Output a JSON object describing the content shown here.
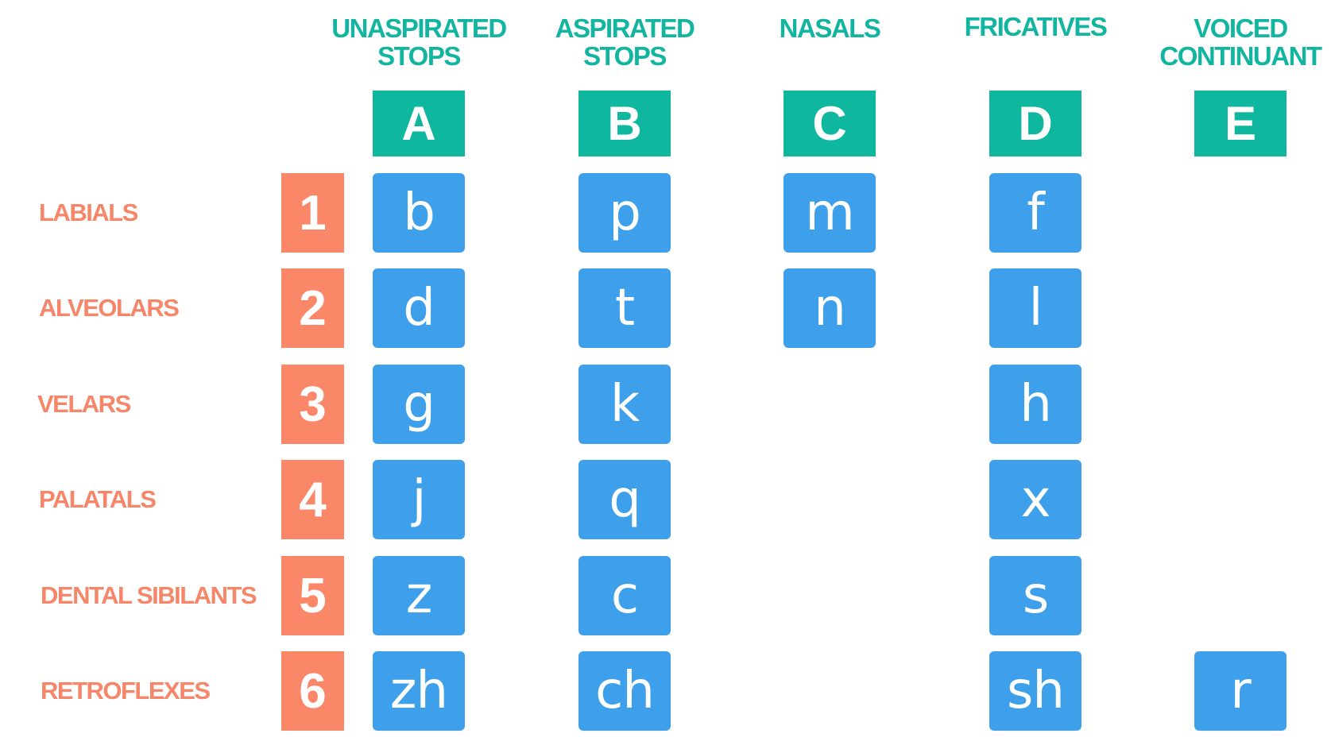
{
  "columns": [
    {
      "title": "UNASPIRATED\nSTOPS",
      "letter": "A"
    },
    {
      "title": "ASPIRATED\nSTOPS",
      "letter": "B"
    },
    {
      "title": "NASALS",
      "letter": "C"
    },
    {
      "title": "FRICATIVES",
      "letter": "D"
    },
    {
      "title": "VOICED\nCONTINUANT",
      "letter": "E"
    }
  ],
  "rows": [
    {
      "label": "LABIALS",
      "number": "1",
      "cells": [
        "b",
        "p",
        "m",
        "f",
        ""
      ]
    },
    {
      "label": "ALVEOLARS",
      "number": "2",
      "cells": [
        "d",
        "t",
        "n",
        "l",
        ""
      ]
    },
    {
      "label": "VELARS",
      "number": "3",
      "cells": [
        "g",
        "k",
        "",
        "h",
        ""
      ]
    },
    {
      "label": "PALATALS",
      "number": "4",
      "cells": [
        "j",
        "q",
        "",
        "x",
        ""
      ]
    },
    {
      "label": "DENTAL SIBILANTS",
      "number": "5",
      "cells": [
        "z",
        "c",
        "",
        "s",
        ""
      ]
    },
    {
      "label": "RETROFLEXES",
      "number": "6",
      "cells": [
        "zh",
        "ch",
        "",
        "sh",
        "r"
      ]
    }
  ],
  "colors": {
    "column_header_text": "#12b5a0",
    "column_letter_bg": "#0fb79f",
    "row_label_text": "#f5866a",
    "row_number_bg": "#fa8768",
    "tile_bg": "#3ea0ea",
    "tile_text": "#ffffff"
  }
}
